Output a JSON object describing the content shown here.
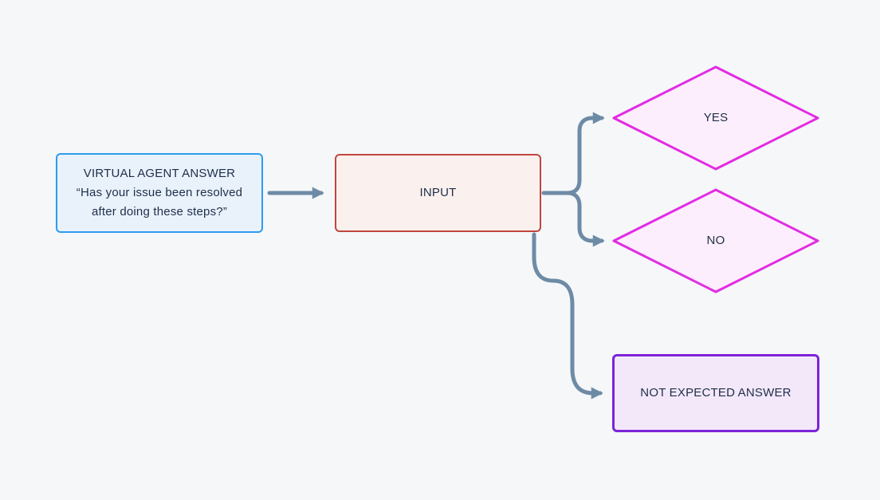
{
  "colors": {
    "background": "#f5f7f9",
    "connector": "#6e8ba6",
    "text": "#1f2d4a",
    "virtual_agent_border": "#2d9cf0",
    "virtual_agent_fill": "#e9f2fb",
    "input_border": "#c2453e",
    "input_fill": "#faf1ee",
    "decision_border": "#e32be3",
    "decision_fill": "#fceefc",
    "not_expected_border": "#7e23d8",
    "not_expected_fill": "#f3e8fa"
  },
  "nodes": {
    "virtual_agent": {
      "lines": {
        "0": "VIRTUAL AGENT ANSWER",
        "1": "“Has your issue been resolved",
        "2": "after doing these steps?”"
      }
    },
    "input": {
      "label": "INPUT"
    },
    "yes": {
      "label": "YES"
    },
    "no": {
      "label": "NO"
    },
    "not_expected": {
      "label": "NOT EXPECTED ANSWER"
    }
  }
}
